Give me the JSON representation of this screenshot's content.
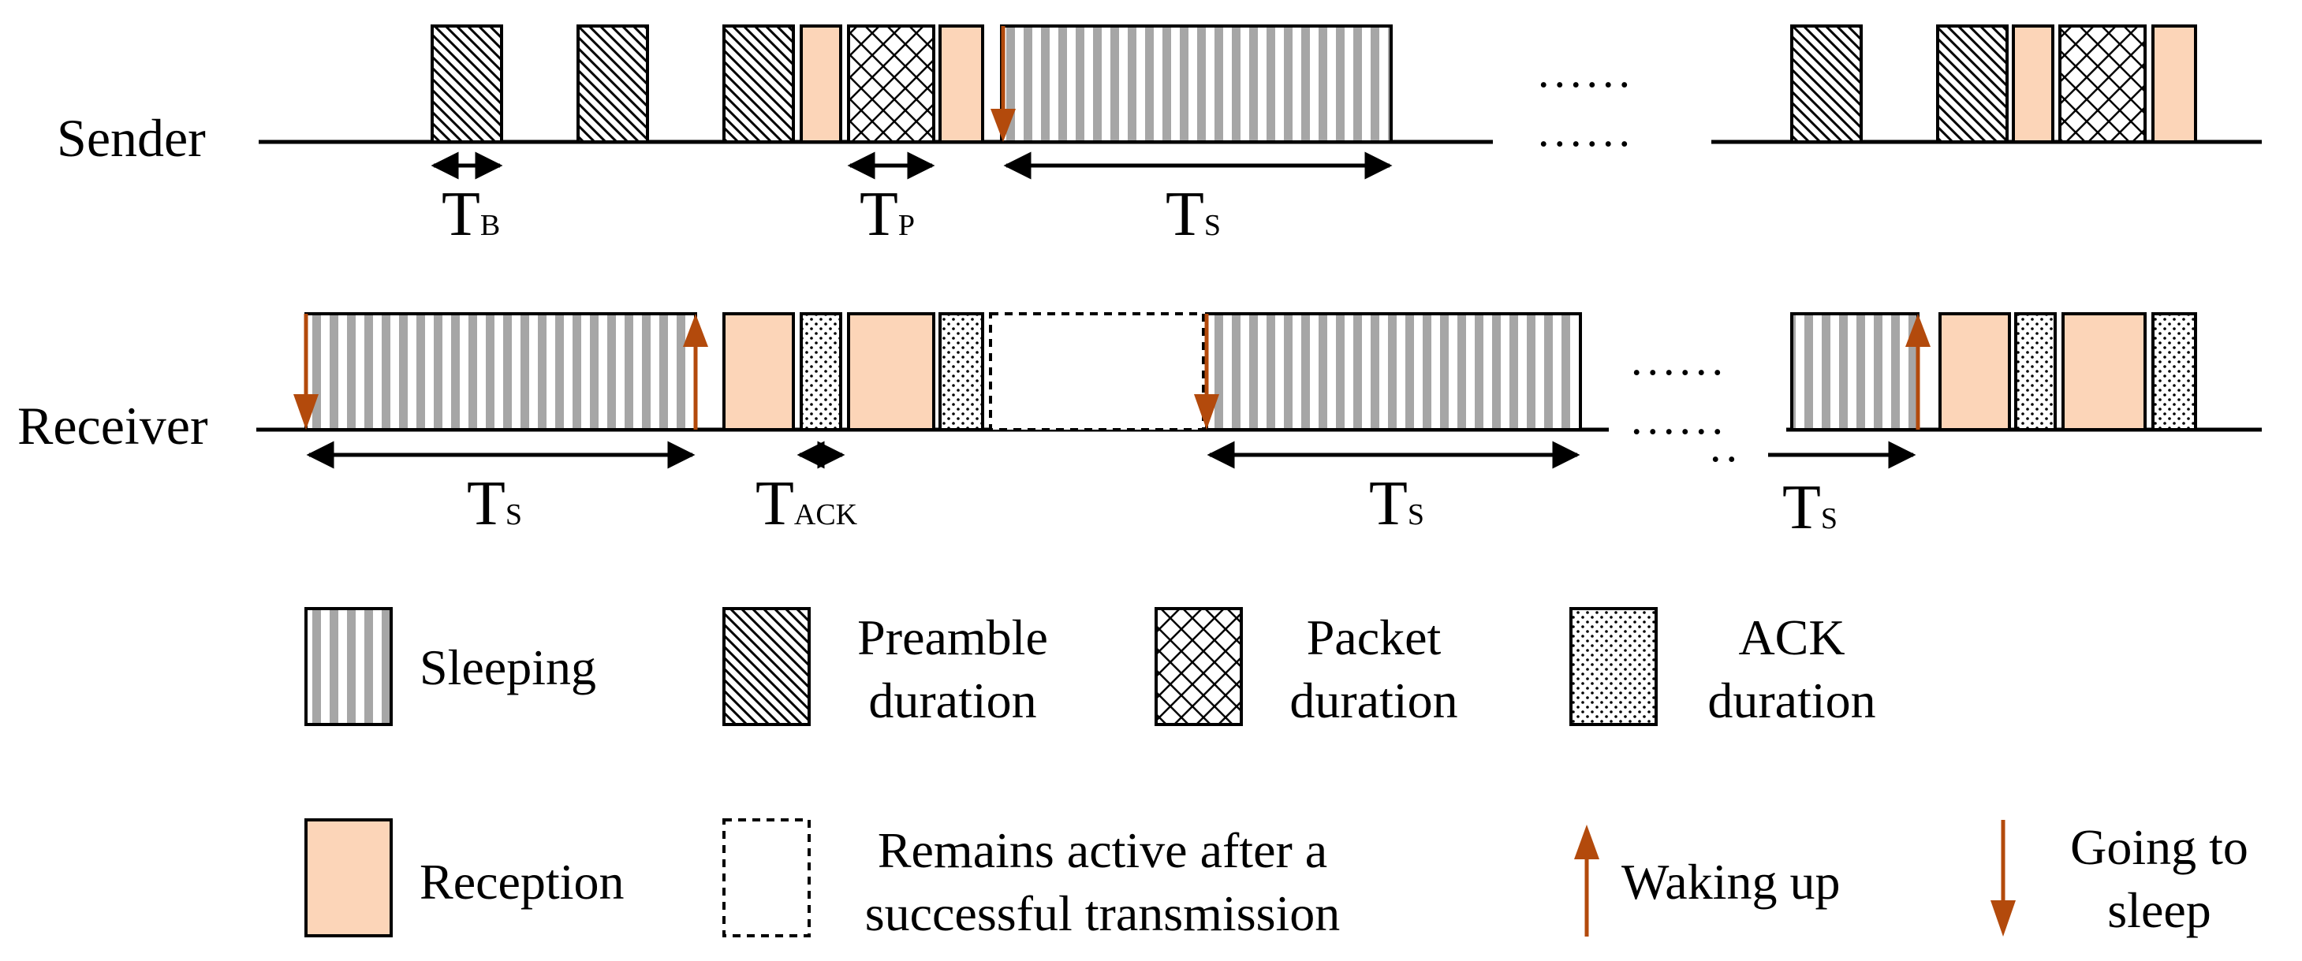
{
  "rows": {
    "sender_label": "Sender",
    "receiver_label": "Receiver"
  },
  "ellipsis": "......",
  "intervals": {
    "tb": {
      "main": "T",
      "sub": "B"
    },
    "tp": {
      "main": "T",
      "sub": "P"
    },
    "ts": {
      "main": "T",
      "sub": "S"
    },
    "tack": {
      "main": "T",
      "sub": "ACK"
    }
  },
  "legend": {
    "sleeping": "Sleeping",
    "preamble_line1": "Preamble",
    "preamble_line2": "duration",
    "packet_line1": "Packet",
    "packet_line2": "duration",
    "ack_line1": "ACK",
    "ack_line2": "duration",
    "reception": "Reception",
    "remains_line1": "Remains active after a",
    "remains_line2": "successful transmission",
    "waking": "Waking up",
    "going_line1": "Going to",
    "going_line2": "sleep"
  },
  "colors": {
    "reception": "#fcd5b8",
    "arrow": "#b34a0c",
    "stripe": "#a6a6a6"
  }
}
